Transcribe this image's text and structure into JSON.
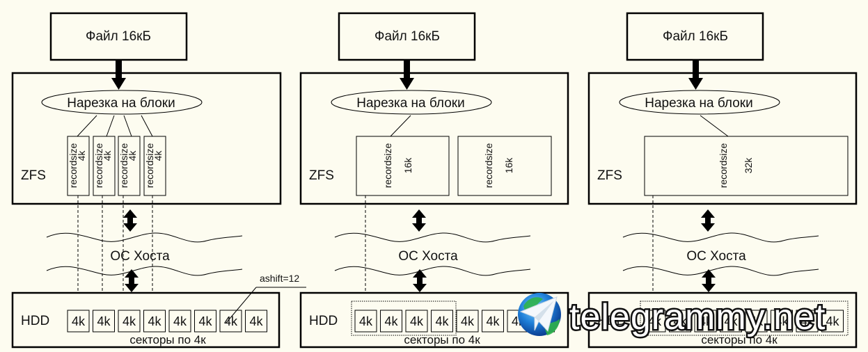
{
  "panels": [
    {
      "file_label": "Файл 16кБ",
      "chunking_label": "Нарезка на блоки",
      "zfs_label": "ZFS",
      "records": [
        {
          "name": "recordsize",
          "size": "4k"
        },
        {
          "name": "recordsize",
          "size": "4k"
        },
        {
          "name": "recordsize",
          "size": "4k"
        },
        {
          "name": "recordsize",
          "size": "4k"
        }
      ],
      "host_os_label": "ОС Хоста",
      "hdd_label": "HDD",
      "sectors": [
        "4k",
        "4k",
        "4k",
        "4k",
        "4k",
        "4k",
        "4k",
        "4k"
      ],
      "sectors_caption": "секторы по 4к",
      "ashift_label": "ashift=12"
    },
    {
      "file_label": "Файл 16кБ",
      "chunking_label": "Нарезка на блоки",
      "zfs_label": "ZFS",
      "records": [
        {
          "name": "recordsize",
          "size": "16k"
        },
        {
          "name": "recordsize",
          "size": "16k"
        }
      ],
      "host_os_label": "ОС Хоста",
      "hdd_label": "HDD",
      "sectors": [
        "4k",
        "4k",
        "4k",
        "4k",
        "4k",
        "4k",
        "4k",
        "4k"
      ],
      "sectors_caption": "секторы по 4к"
    },
    {
      "file_label": "Файл 16кБ",
      "chunking_label": "Нарезка на блоки",
      "zfs_label": "ZFS",
      "records": [
        {
          "name": "recordsize",
          "size": "32k"
        }
      ],
      "host_os_label": "ОС Хоста",
      "hdd_label": "HDD",
      "sectors": [
        "4k",
        "4k",
        "4k",
        "4k",
        "4k",
        "4k",
        "4k",
        "4k"
      ],
      "sectors_caption": "секторы по 4к"
    }
  ],
  "watermark": {
    "text": "telegrammy.net",
    "icon": "telegram-globe-icon"
  },
  "colors": {
    "background": "#fdfcf0",
    "stroke": "#000000"
  }
}
